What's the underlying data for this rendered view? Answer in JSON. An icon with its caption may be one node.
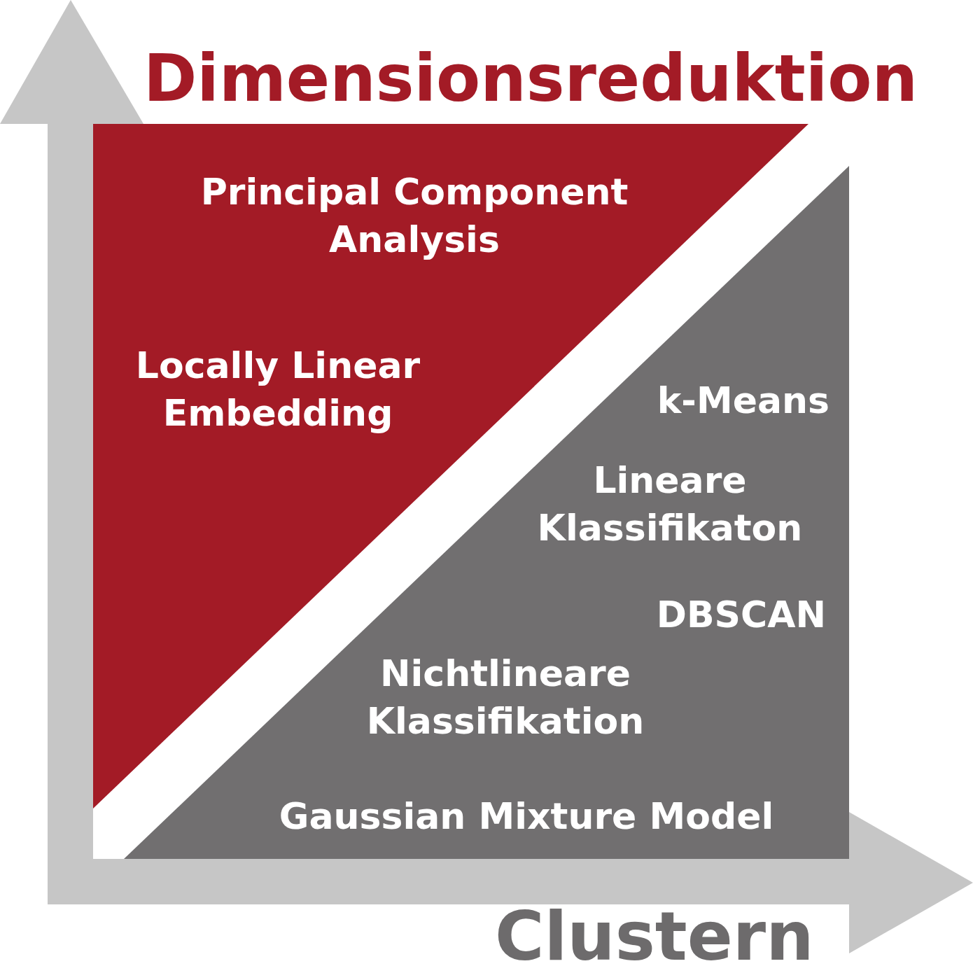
{
  "diagram": {
    "nodes": [
      {
        "text": [
          "Principal Component Analysis",
          "Locally Linear Embedding"
        ]
      },
      {
        "text": [
          "k-Means",
          "Lineare Klassifikaton",
          "DBSCAN",
          "Nichtlineare Klassifikation",
          "Gaussian Mixture Model"
        ]
      }
    ],
    "edges": [],
    "labels": [
      "Dimensionsreduktion",
      "Clustern"
    ]
  }
}
